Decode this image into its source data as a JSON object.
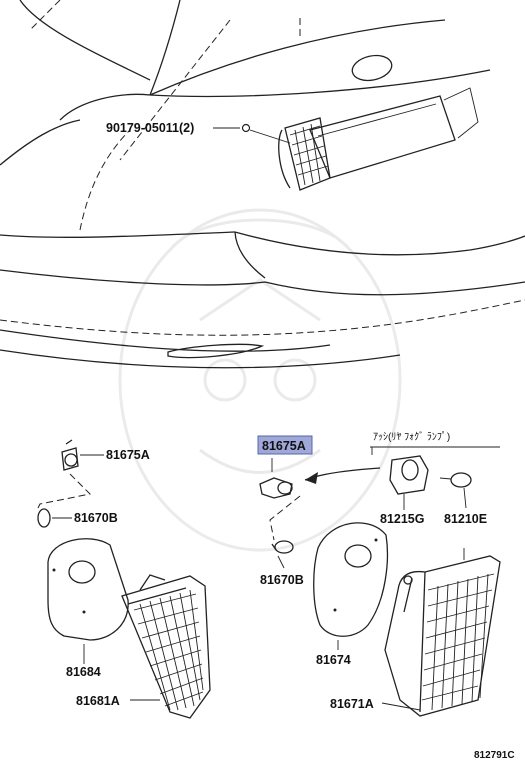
{
  "diagram": {
    "labels": {
      "bolt": "90179-05011(2)",
      "socket_left": "81675A",
      "socket_center_highlighted": "81675A",
      "bulb_left": "81670B",
      "bulb_center": "81670B",
      "gasket_left": "81684",
      "gasket_right": "81674",
      "lamp_left": "81681A",
      "lamp_right": "81671A",
      "lamp_assy_socket": "81215G",
      "lamp_assy_bulb": "81210E",
      "assy_note": "ｱｯｼ(ﾘﾔ ﾌｫｸﾞ ﾗﾝﾌﾟ)",
      "figure_code": "812791C"
    },
    "highlight_color": "#9fa8d8"
  }
}
